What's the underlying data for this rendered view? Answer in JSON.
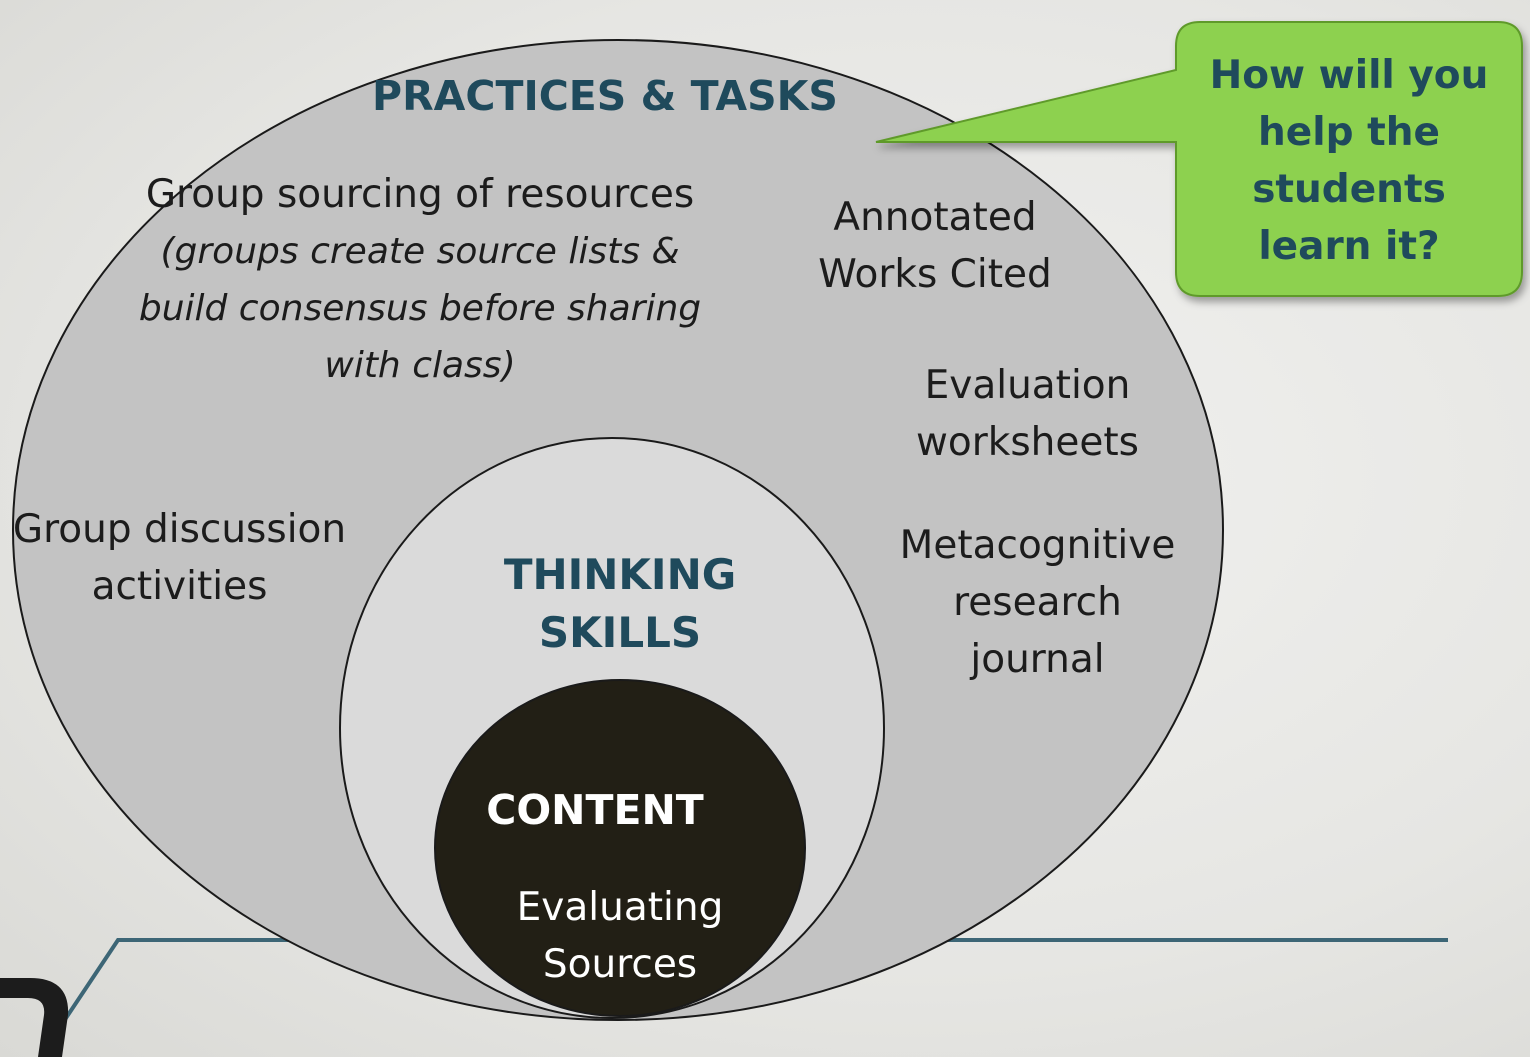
{
  "outer_circle": {
    "title": "PRACTICES & TASKS",
    "items": {
      "group_sourcing": "Group sourcing of resources",
      "group_sourcing_note": "(groups create source lists & build consensus before sharing with class)",
      "annotated": "Annotated Works Cited",
      "evaluation": "Evaluation worksheets",
      "group_discussion": "Group discussion activities",
      "metacognitive": "Metacognitive research journal"
    }
  },
  "middle_circle": {
    "title": "THINKING SKILLS"
  },
  "inner_circle": {
    "title": "CONTENT",
    "item": "Evaluating Sources"
  },
  "callout": {
    "text": "How will you help the students learn it?"
  },
  "colors": {
    "outer_fill": "#c3c3c3",
    "middle_fill": "#dadada",
    "inner_fill": "#221f15",
    "heading": "#1f4a5c",
    "callout_fill": "#8dd14f",
    "accent_line": "#3d6676"
  }
}
